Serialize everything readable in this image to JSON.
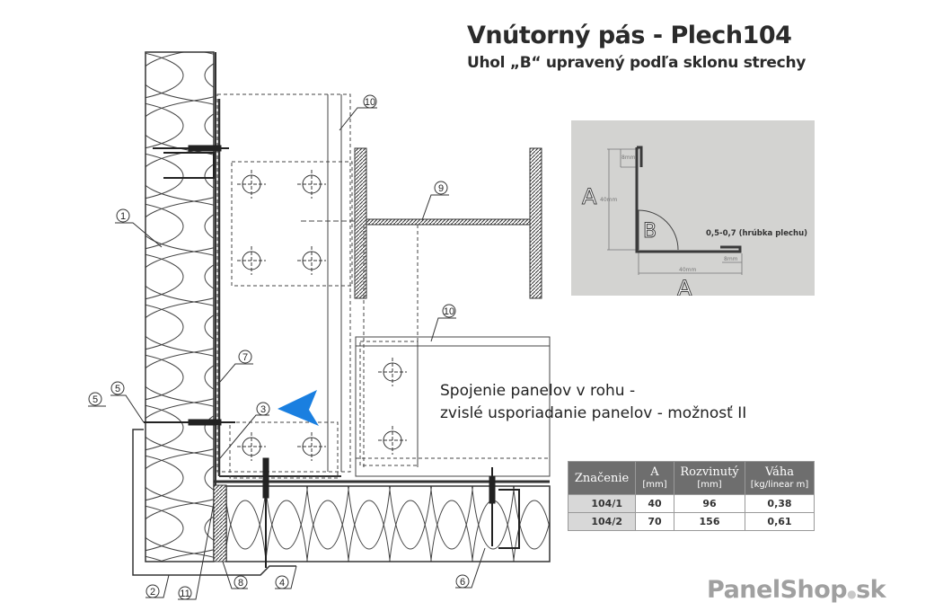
{
  "header": {
    "title": "Vnútorný pás - Plech104",
    "subtitle": "Uhol „B“ upravený podľa sklonu strechy"
  },
  "caption": {
    "line1": "Spojenie panelov v rohu -",
    "line2": "zvislé usporiadanie panelov - možnosť II"
  },
  "callouts": {
    "c1": "1",
    "c2": "2",
    "c3": "3",
    "c4": "4",
    "c5a": "5",
    "c5b": "5",
    "c6": "6",
    "c7": "7",
    "c8": "8",
    "c9": "9",
    "c10a": "10",
    "c10b": "10",
    "c11": "11"
  },
  "profile_inset": {
    "label_a_vertical": "A",
    "label_a_horizontal": "A",
    "label_b": "B",
    "dim_vertical": "40mm",
    "dim_horizontal": "40mm",
    "dim_fold_top": "8mm",
    "dim_fold_bottom": "8mm",
    "thickness": "0,5-0,7 (hrúbka plechu)"
  },
  "table": {
    "headers": [
      {
        "title": "Značenie",
        "unit": ""
      },
      {
        "title": "A",
        "unit": "[mm]"
      },
      {
        "title": "Rozvinutý",
        "unit": "[mm]"
      },
      {
        "title": "Váha",
        "unit": "[kg/linear m]"
      }
    ],
    "rows": [
      [
        "104/1",
        "40",
        "96",
        "0,38"
      ],
      [
        "104/2",
        "70",
        "156",
        "0,61"
      ]
    ]
  },
  "logo": {
    "name": "PanelShop",
    "tld": "sk"
  },
  "colors": {
    "arrow": "#1a7fe0",
    "line": "#333333",
    "inset_bg": "#d3d3d1",
    "table_header": "#6e6e6e"
  }
}
